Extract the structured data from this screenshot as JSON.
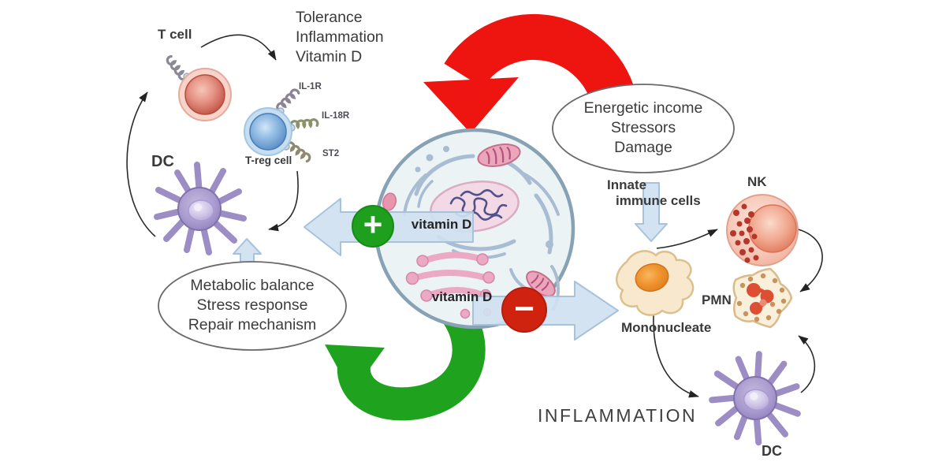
{
  "title": "Vitamin D cell signalling diagram",
  "labels": {
    "t_cell": "T cell",
    "treg_cell": "T-reg cell",
    "dc_left": "DC",
    "dc_right": "DC",
    "nk": "NK",
    "pmn": "PMN",
    "mononucleate": "Mononucleate",
    "inflammation": "INFLAMMATION",
    "vitamin_d_top": "vitamin D",
    "vitamin_d_bottom": "vitamin D",
    "plus": "+",
    "minus": "−",
    "innate_line1": "Innate",
    "innate_line2": "immune cells"
  },
  "receptors": {
    "il1r": "IL-1R",
    "il18r": "IL-18R",
    "st2": "ST2"
  },
  "tolerance_block": {
    "line1": "Tolerance",
    "line2": "Inflammation",
    "line3": "Vitamin D"
  },
  "left_ellipse": {
    "line1": "Metabolic balance",
    "line2": "Stress response",
    "line3": "Repair mechanism"
  },
  "right_ellipse": {
    "line1": "Energetic income",
    "line2": "Stressors",
    "line3": "Damage"
  },
  "colors": {
    "red_arrow": "#ee1410",
    "green_arrow": "#1fa31f",
    "positive_badge": "#1ea01e",
    "negative_badge": "#cf2310",
    "flow_arrow_blue": "#cfe1f0",
    "cell_membrane": "#87a2b4",
    "text": "#3a3a3a"
  }
}
